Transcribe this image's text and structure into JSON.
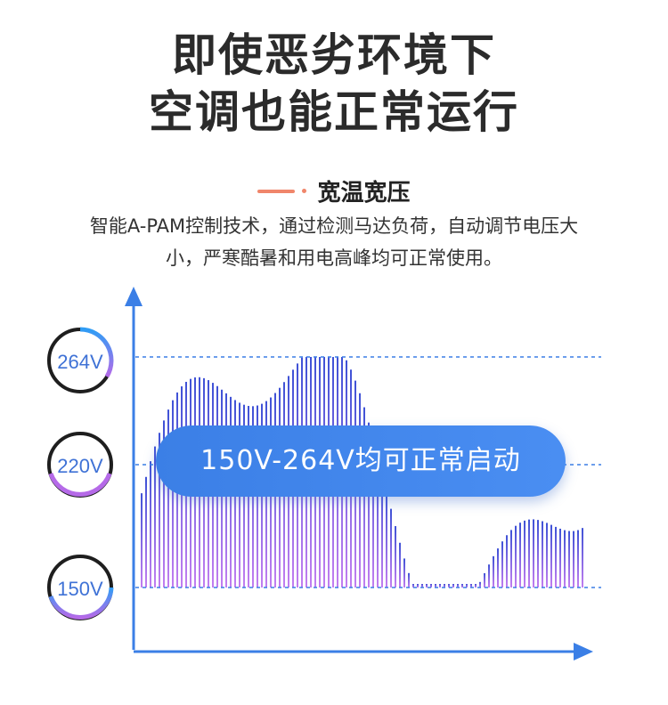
{
  "headline": {
    "line1": "即使恶劣环境下",
    "line2": "空调也能正常运行"
  },
  "section": {
    "title": "宽温宽压",
    "description_line1": "智能A-PAM控制技术，通过检测马达负荷，自动调节电压大",
    "description_line2": "小，严寒酷暑和用电高峰均可正常使用。"
  },
  "badge_text": "150V-264V均可正常启动",
  "voltage_levels": [
    {
      "label": "264V",
      "value": 264
    },
    {
      "label": "220V",
      "value": 220
    },
    {
      "label": "150V",
      "value": 150
    }
  ],
  "colors": {
    "axis": "#3b7fe6",
    "bar_top": "#3f52d6",
    "bar_bottom": "#c27ef0",
    "ring_blue": "#3f8ff0",
    "ring_purple": "#b06ae8",
    "ring_dark": "#1e1e1e",
    "label_text": "#3f72d6"
  }
}
